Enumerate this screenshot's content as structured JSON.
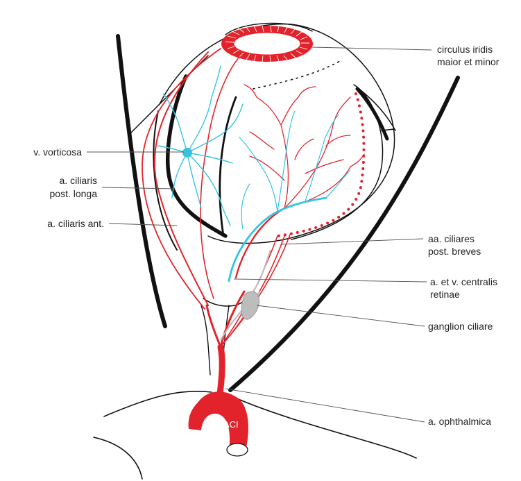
{
  "colors": {
    "artery": "#e3232b",
    "vein": "#35c4e0",
    "outline": "#111111",
    "nerve_ganglion": "#bdbdbd",
    "background": "#ffffff"
  },
  "labels": {
    "circulus_line1": "circulus iridis",
    "circulus_line2": "maior et minor",
    "vorticosa": "v. vorticosa",
    "ciliaris_post_longa_line1": "a. ciliaris",
    "ciliaris_post_longa_line2": "post. longa",
    "ciliaris_ant": "a. ciliaris ant.",
    "ciliares_breves_line1": "aa. ciliares",
    "ciliares_breves_line2": "post. breves",
    "centralis_line1": "a. et v. centralis",
    "centralis_line2": "retinae",
    "ganglion": "ganglion ciliare",
    "ophthalmica": "a. ophthalmica",
    "aci": "ACI"
  }
}
